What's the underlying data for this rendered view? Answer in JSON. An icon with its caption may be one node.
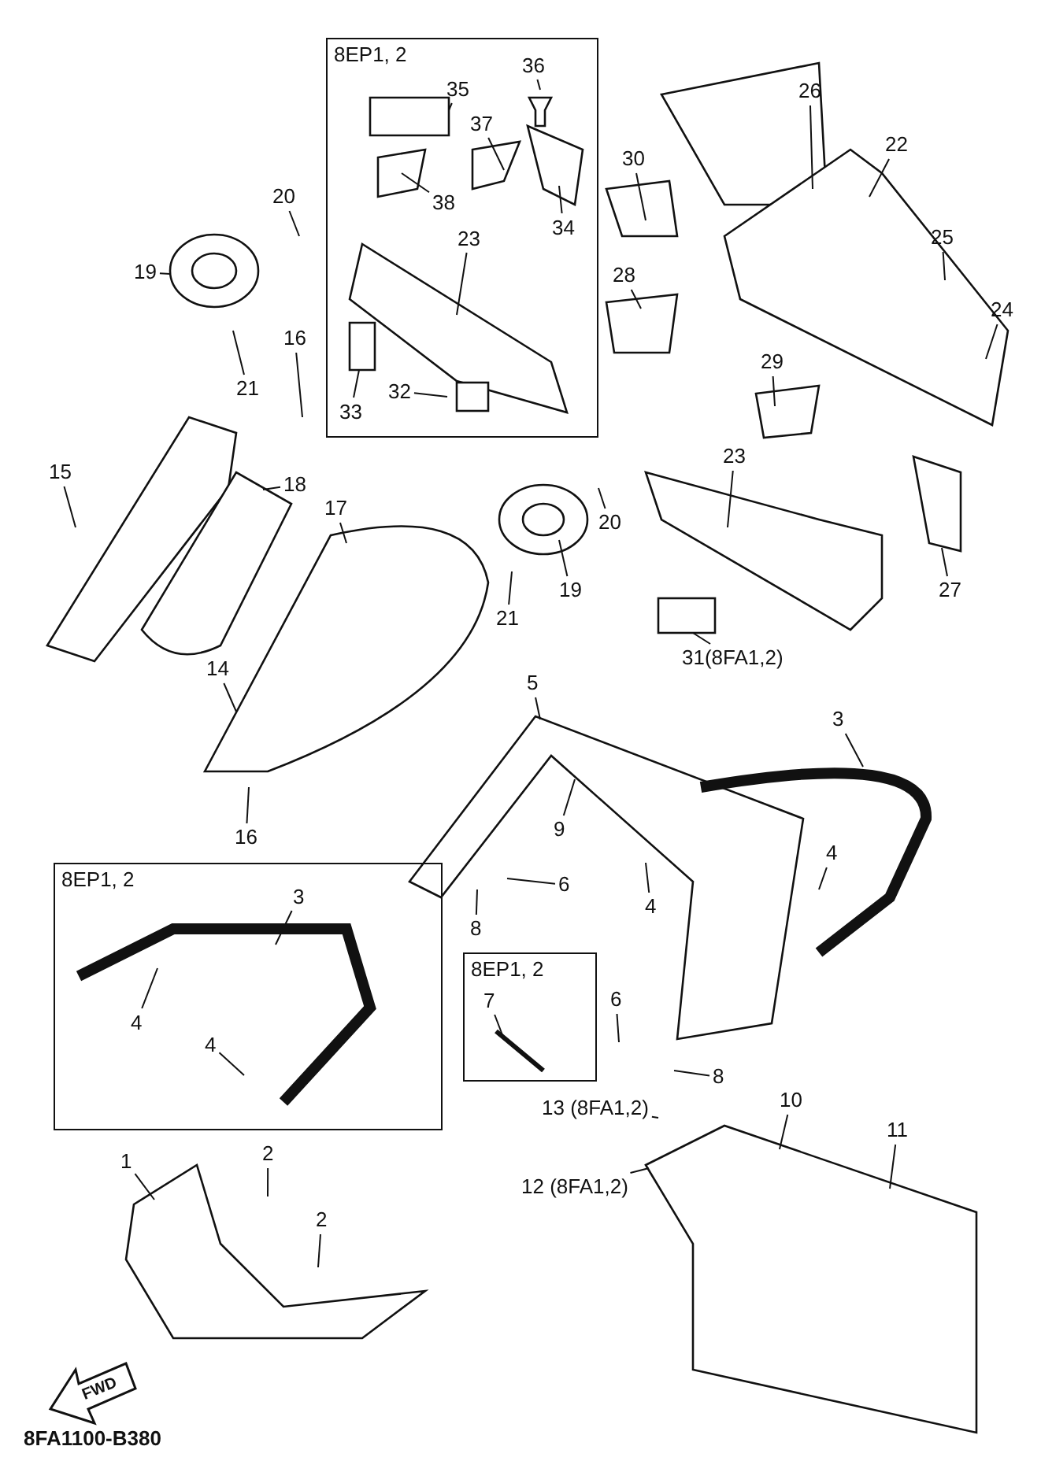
{
  "diagram": {
    "caption": "8FA1100-B380",
    "nodes": [
      {
        "text": [
          "8EP1, 2"
        ]
      },
      {
        "text": [
          "36"
        ],
        "in": 0
      },
      {
        "text": [
          "35"
        ],
        "in": 0
      },
      {
        "text": [
          "37"
        ],
        "in": 0
      },
      {
        "text": [
          "38"
        ],
        "in": 0
      },
      {
        "text": [
          "34"
        ],
        "in": 0
      },
      {
        "text": [
          "23"
        ],
        "in": 0
      },
      {
        "text": [
          "33"
        ],
        "in": 0
      },
      {
        "text": [
          "32"
        ],
        "in": 0
      },
      {
        "text": [
          "26"
        ]
      },
      {
        "text": [
          "22"
        ]
      },
      {
        "text": [
          "30"
        ]
      },
      {
        "text": [
          "20"
        ]
      },
      {
        "text": [
          "25"
        ]
      },
      {
        "text": [
          "28"
        ]
      },
      {
        "text": [
          "19"
        ]
      },
      {
        "text": [
          "24"
        ]
      },
      {
        "text": [
          "16"
        ]
      },
      {
        "text": [
          "21"
        ]
      },
      {
        "text": [
          "29"
        ]
      },
      {
        "text": [
          "15"
        ]
      },
      {
        "text": [
          "18"
        ]
      },
      {
        "text": [
          "17"
        ]
      },
      {
        "text": [
          "23"
        ]
      },
      {
        "text": [
          "20"
        ]
      },
      {
        "text": [
          "19"
        ]
      },
      {
        "text": [
          "21"
        ]
      },
      {
        "text": [
          "27"
        ]
      },
      {
        "text": [
          "31(8FA1,2)"
        ]
      },
      {
        "text": [
          "14"
        ]
      },
      {
        "text": [
          "5"
        ]
      },
      {
        "text": [
          "3"
        ]
      },
      {
        "text": [
          "16"
        ]
      },
      {
        "text": [
          "9"
        ]
      },
      {
        "text": [
          "4"
        ]
      },
      {
        "text": [
          "6"
        ]
      },
      {
        "text": [
          "4"
        ]
      },
      {
        "text": [
          "8"
        ]
      },
      {
        "text": [
          "8EP1, 2"
        ]
      },
      {
        "text": [
          "3"
        ],
        "in": 38
      },
      {
        "text": [
          "4"
        ],
        "in": 38
      },
      {
        "text": [
          "4"
        ],
        "in": 38
      },
      {
        "text": [
          "8EP1, 2"
        ]
      },
      {
        "text": [
          "7"
        ],
        "in": 42
      },
      {
        "text": [
          "6"
        ]
      },
      {
        "text": [
          "8"
        ]
      },
      {
        "text": [
          "13 (8FA1,2)"
        ]
      },
      {
        "text": [
          "10"
        ]
      },
      {
        "text": [
          "12 (8FA1,2)"
        ]
      },
      {
        "text": [
          "11"
        ]
      },
      {
        "text": [
          "1"
        ]
      },
      {
        "text": [
          "2"
        ]
      },
      {
        "text": [
          "2"
        ]
      }
    ],
    "edges": [
      {
        "from": 1,
        "to": null,
        "arrow": "none"
      },
      {
        "from": 2,
        "to": null,
        "arrow": "none"
      },
      {
        "from": 3,
        "to": null,
        "arrow": "none"
      },
      {
        "from": 4,
        "to": null,
        "arrow": "none"
      },
      {
        "from": 5,
        "to": null,
        "arrow": "none"
      },
      {
        "from": 6,
        "to": null,
        "arrow": "none"
      },
      {
        "from": 7,
        "to": null,
        "arrow": "none"
      },
      {
        "from": 8,
        "to": null,
        "arrow": "none"
      },
      {
        "from": 9,
        "to": null,
        "arrow": "none"
      },
      {
        "from": 10,
        "to": null,
        "arrow": "none"
      },
      {
        "from": 11,
        "to": null,
        "arrow": "none"
      },
      {
        "from": 12,
        "to": null,
        "arrow": "none"
      },
      {
        "from": 13,
        "to": null,
        "arrow": "none"
      },
      {
        "from": 14,
        "to": null,
        "arrow": "none"
      },
      {
        "from": 15,
        "to": null,
        "arrow": "none"
      },
      {
        "from": 16,
        "to": null,
        "arrow": "none"
      },
      {
        "from": 17,
        "to": null,
        "arrow": "none"
      },
      {
        "from": 18,
        "to": null,
        "arrow": "none"
      },
      {
        "from": 19,
        "to": null,
        "arrow": "none"
      },
      {
        "from": 20,
        "to": null,
        "arrow": "none"
      },
      {
        "from": 21,
        "to": null,
        "arrow": "none"
      },
      {
        "from": 22,
        "to": null,
        "arrow": "none"
      },
      {
        "from": 23,
        "to": null,
        "arrow": "none"
      },
      {
        "from": 24,
        "to": null,
        "arrow": "none"
      },
      {
        "from": 25,
        "to": null,
        "arrow": "none"
      },
      {
        "from": 26,
        "to": null,
        "arrow": "none"
      },
      {
        "from": 27,
        "to": null,
        "arrow": "none"
      },
      {
        "from": 28,
        "to": null,
        "arrow": "none"
      },
      {
        "from": 29,
        "to": null,
        "arrow": "none"
      },
      {
        "from": 30,
        "to": null,
        "arrow": "none"
      },
      {
        "from": 31,
        "to": null,
        "arrow": "none"
      },
      {
        "from": 32,
        "to": null,
        "arrow": "none"
      },
      {
        "from": 33,
        "to": null,
        "arrow": "none"
      },
      {
        "from": 34,
        "to": null,
        "arrow": "none"
      },
      {
        "from": 35,
        "to": null,
        "arrow": "none"
      },
      {
        "from": 36,
        "to": null,
        "arrow": "none"
      },
      {
        "from": 37,
        "to": null,
        "arrow": "none"
      },
      {
        "from": 39,
        "to": null,
        "arrow": "none"
      },
      {
        "from": 40,
        "to": null,
        "arrow": "none"
      },
      {
        "from": 41,
        "to": null,
        "arrow": "none"
      },
      {
        "from": 43,
        "to": null,
        "arrow": "none"
      },
      {
        "from": 44,
        "to": null,
        "arrow": "none"
      },
      {
        "from": 45,
        "to": null,
        "arrow": "none"
      },
      {
        "from": 46,
        "to": null,
        "arrow": "none"
      },
      {
        "from": 47,
        "to": null,
        "arrow": "none"
      },
      {
        "from": 48,
        "to": null,
        "arrow": "none"
      },
      {
        "from": 49,
        "to": null,
        "arrow": "none"
      },
      {
        "from": 50,
        "to": null,
        "arrow": "none"
      },
      {
        "from": 51,
        "to": null,
        "arrow": "none"
      },
      {
        "from": 52,
        "to": null,
        "arrow": "none"
      }
    ],
    "labels": [
      "FWD"
    ]
  }
}
